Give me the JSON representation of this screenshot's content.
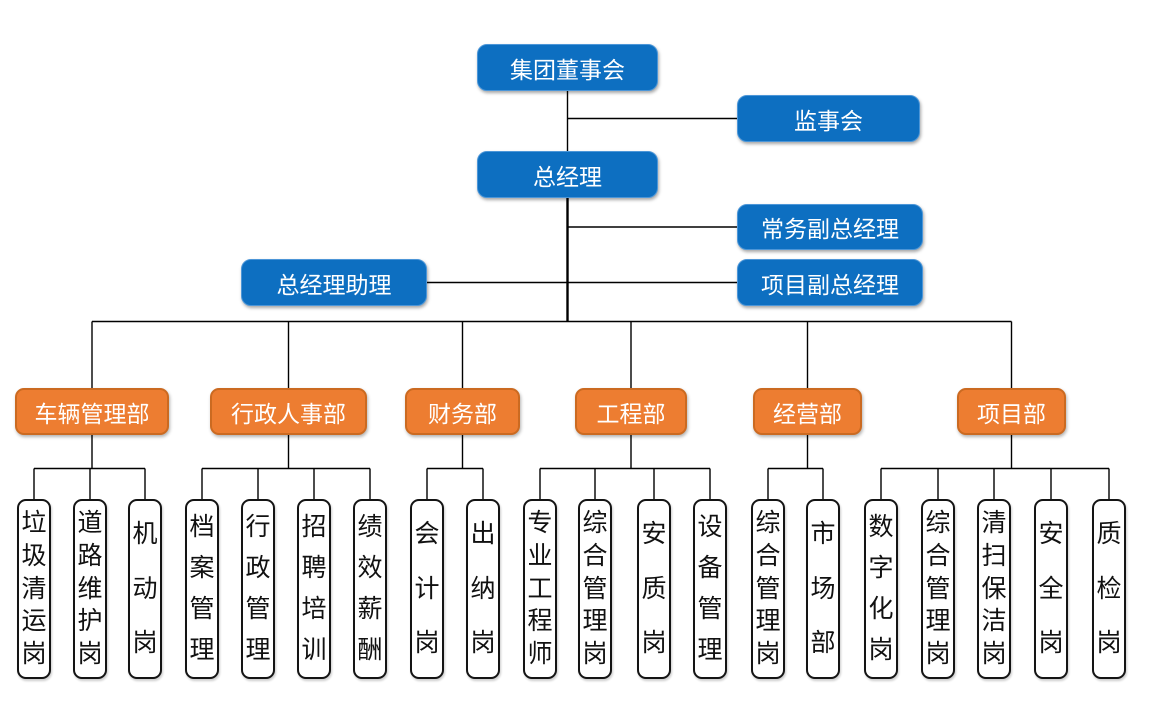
{
  "colors": {
    "executive_fill": "#0d6fc1",
    "executive_border": "#4c96d8",
    "department_fill": "#ed7d31",
    "department_border": "#cb6a21",
    "leaf_fill": "#ffffff",
    "leaf_border": "#141414",
    "connector": "#000000",
    "text_on_fill": "#ffffff",
    "leaf_text": "#111111"
  },
  "executives": {
    "board": "集团董事会",
    "supervisory": "监事会",
    "gm": "总经理",
    "exec_deputy_gm": "常务副总经理",
    "gm_assistant": "总经理助理",
    "project_deputy_gm": "项目副总经理"
  },
  "departments": [
    {
      "label": "车辆管理部",
      "positions": [
        "垃圾清运岗",
        "道路维护岗",
        "机动岗"
      ]
    },
    {
      "label": "行政人事部",
      "positions": [
        "档案管理",
        "行政管理",
        "招聘培训",
        "绩效薪酬"
      ]
    },
    {
      "label": "财务部",
      "positions": [
        "会计岗",
        "出纳岗"
      ]
    },
    {
      "label": "工程部",
      "positions": [
        "专业工程师",
        "综合管理岗",
        "安质岗",
        "设备管理"
      ]
    },
    {
      "label": "经营部",
      "positions": [
        "综合管理岗",
        "市场部"
      ]
    },
    {
      "label": "项目部",
      "positions": [
        "数字化岗",
        "综合管理岗",
        "清扫保洁岗",
        "安全岗",
        "质检岗"
      ]
    }
  ]
}
